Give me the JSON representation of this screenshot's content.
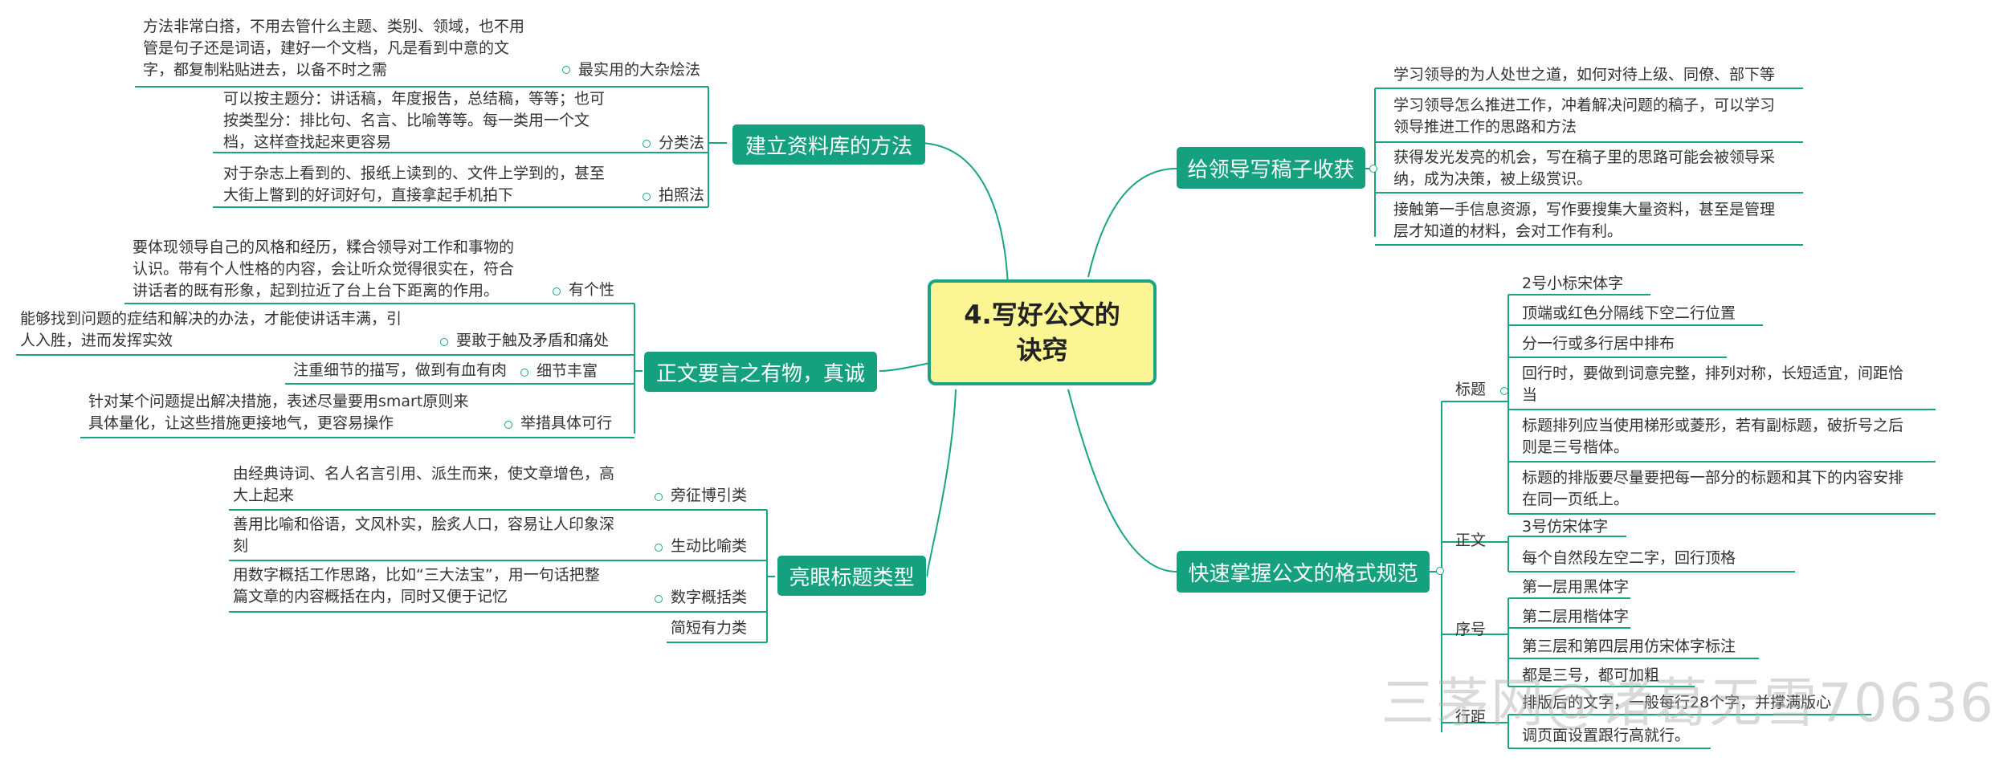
{
  "center_topic": "4.写好公文的\n诀窍",
  "branches": {
    "library": {
      "title": "建立资料库的方法",
      "items": [
        {
          "label": "最实用的大杂烩法",
          "text": "方法非常白搭，不用去管什么主题、类别、领域，也不用\n管是句子还是词语，建好一个文档，凡是看到中意的文\n字，都复制粘贴进去，以备不时之需"
        },
        {
          "label": "分类法",
          "text": "可以按主题分：讲话稿，年度报告，总结稿，等等；也可\n按类型分：排比句、名言、比喻等等。每一类用一个文\n档，这样查找起来更容易"
        },
        {
          "label": "拍照法",
          "text": "对于杂志上看到的、报纸上读到的、文件上学到的，甚至\n大街上瞥到的好词好句，直接拿起手机拍下"
        }
      ]
    },
    "content": {
      "title": "正文要言之有物，真诚",
      "items": [
        {
          "label": "有个性",
          "text": "要体现领导自己的风格和经历，糅合领导对工作和事物的\n认识。带有个人性格的内容，会让听众觉得很实在，符合\n讲话者的既有形象，起到拉近了台上台下距离的作用。"
        },
        {
          "label": "要敢于触及矛盾和痛处",
          "text": "能够找到问题的症结和解决的办法，才能使讲话丰满，引\n人入胜，进而发挥实效"
        },
        {
          "label": "细节丰富",
          "text": "注重细节的描写，做到有血有肉"
        },
        {
          "label": "举措具体可行",
          "text": "针对某个问题提出解决措施，表述尽量要用smart原则来\n具体量化，让这些措施更接地气，更容易操作"
        }
      ]
    },
    "titles": {
      "title": "亮眼标题类型",
      "items": [
        {
          "label": "旁征博引类",
          "text": "由经典诗词、名人名言引用、派生而来，使文章增色，高\n大上起来"
        },
        {
          "label": "生动比喻类",
          "text": "善用比喻和俗语，文风朴实，脍炙人口，容易让人印象深\n刻"
        },
        {
          "label": "数字概括类",
          "text": "用数字概括工作思路，比如“三大法宝”，用一句话把整\n篇文章的内容概括在内，同时又便于记忆"
        },
        {
          "label": "简短有力类",
          "text": ""
        }
      ]
    },
    "benefits": {
      "title": "给领导写稿子收获",
      "items": [
        "学习领导的为人处世之道，如何对待上级、同僚、部下等",
        "学习领导怎么推进工作，冲着解决问题的稿子，可以学习\n领导推进工作的思路和方法",
        "获得发光发亮的机会，写在稿子里的思路可能会被领导采\n纳，成为决策，被上级赏识。",
        "接触第一手信息资源，写作要搜集大量资料，甚至是管理\n层才知道的材料，会对工作有利。"
      ]
    },
    "format": {
      "title": "快速掌握公文的格式规范",
      "groups": [
        {
          "label": "标题",
          "items": [
            "2号小标宋体字",
            "顶端或红色分隔线下空二行位置",
            "分一行或多行居中排布",
            "回行时，要做到词意完整，排列对称，长短适宜，间距恰\n当",
            "标题排列应当使用梯形或菱形，若有副标题，破折号之后\n则是三号楷体。",
            "标题的排版要尽量要把每一部分的标题和其下的内容安排\n在同一页纸上。"
          ]
        },
        {
          "label": "正文",
          "items": [
            "3号仿宋体字",
            "每个自然段左空二字，回行顶格"
          ]
        },
        {
          "label": "序号",
          "items": [
            "第一层用黑体字",
            "第二层用楷体字",
            "第三层和第四层用仿宋体字标注",
            "都是三号，都可加粗"
          ]
        },
        {
          "label": "行距",
          "items": [
            "排版后的文字，一般每行28个字，并撑满版心",
            "调页面设置跟行高就行。"
          ]
        }
      ]
    }
  },
  "watermark": "三茅网@诸葛无雪70636",
  "colors": {
    "line": "#1aa486",
    "branch_fill": "#15a07f",
    "center_fill": "#fbf593"
  }
}
